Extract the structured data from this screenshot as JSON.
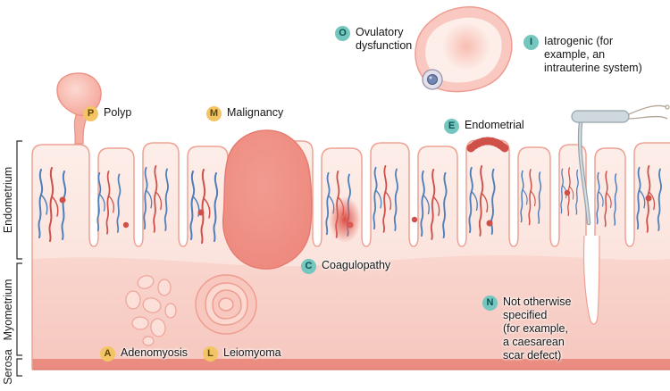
{
  "side_labels": [
    {
      "text": "Endometrium"
    },
    {
      "text": "Myometrium"
    },
    {
      "text": "Serosa"
    }
  ],
  "labels": [
    {
      "letter": "P",
      "text": "Polyp",
      "category": "structural"
    },
    {
      "letter": "M",
      "text": "Malignancy",
      "category": "structural"
    },
    {
      "letter": "O",
      "text": "Ovulatory\ndysfunction",
      "category": "non-structural"
    },
    {
      "letter": "I",
      "text": "Iatrogenic (for\nexample, an\nintrauterine system)",
      "category": "non-structural"
    },
    {
      "letter": "E",
      "text": "Endometrial",
      "category": "non-structural"
    },
    {
      "letter": "C",
      "text": "Coagulopathy",
      "category": "non-structural"
    },
    {
      "letter": "N",
      "text": "Not otherwise\nspecified\n(for example,\na caesarean\nscar defect)",
      "category": "non-structural"
    },
    {
      "letter": "A",
      "text": "Adenomyosis",
      "category": "structural"
    },
    {
      "letter": "L",
      "text": "Leiomyoma",
      "category": "structural"
    }
  ],
  "colors": {
    "structural_badge": "#f3c464",
    "nonstructural_badge": "#74c6bf",
    "endometrium_fill": "#fdeae5",
    "myometrium_fill": "#f8d0c8",
    "serosa_fill": "#ea8c80",
    "malignancy_fill": "#ef9187",
    "vessel_red": "#cf4f49",
    "vessel_blue": "#4e7fba",
    "tissue_outline": "#eda294"
  }
}
